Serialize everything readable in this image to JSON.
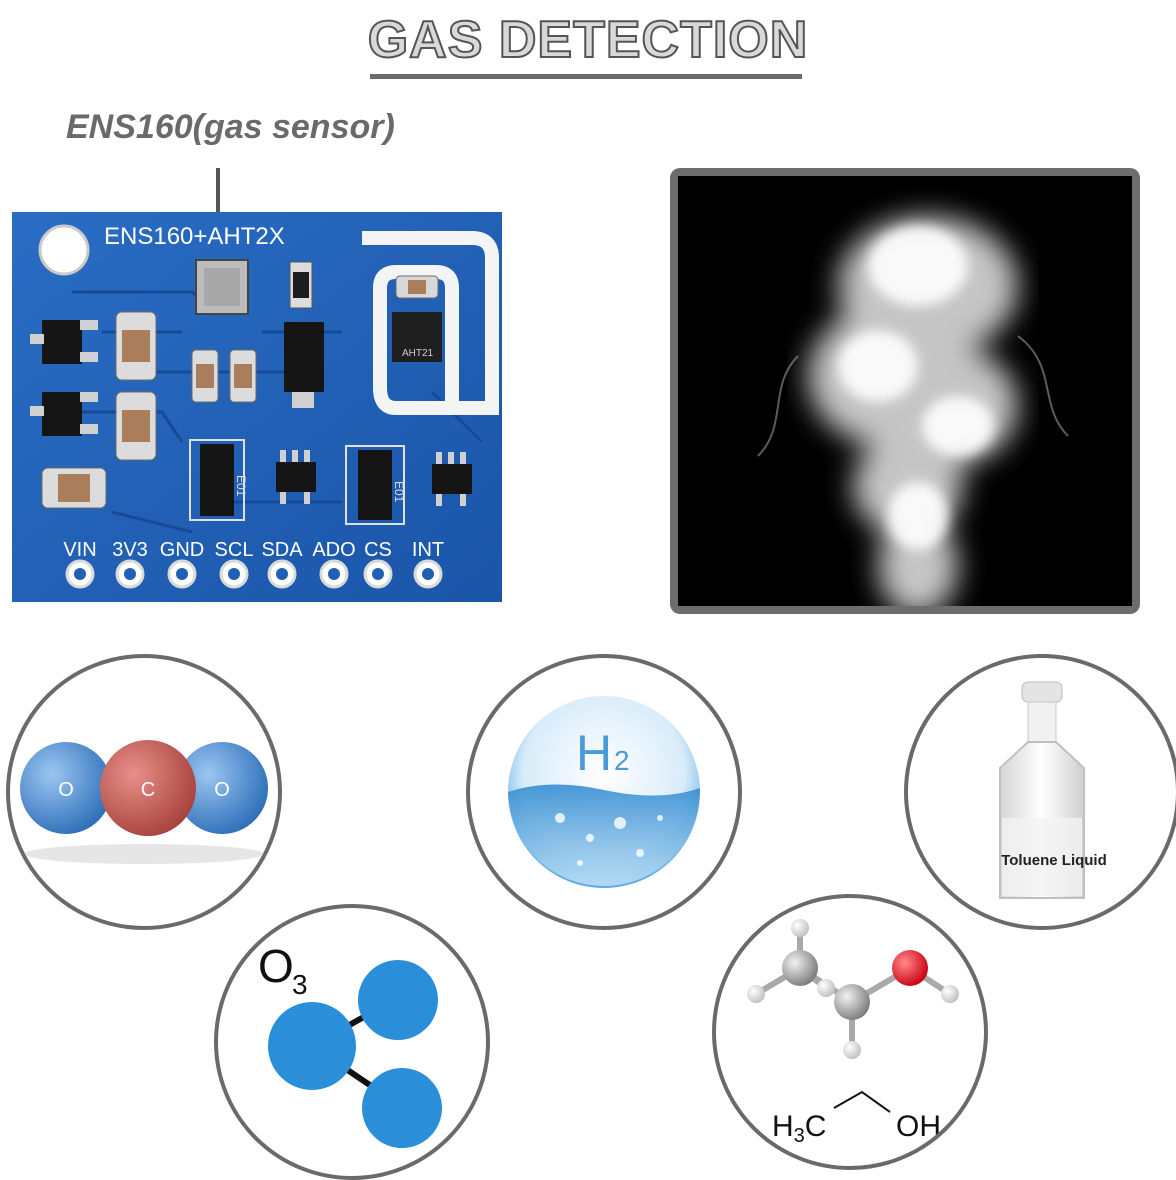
{
  "title": "GAS DETECTION",
  "sensor_label": "ENS160(gas sensor)",
  "board": {
    "name": "ENS160+AHT2X",
    "pins": [
      "VIN",
      "3V3",
      "GND",
      "SCL",
      "SDA",
      "ADO",
      "CS",
      "INT"
    ],
    "chip_marks": [
      "E01",
      "E01"
    ],
    "sensor_chip_mark": "AHT21"
  },
  "molecules": {
    "co2": {
      "atoms": [
        "O",
        "C",
        "O"
      ]
    },
    "hydrogen": {
      "formula": "H",
      "subscript": "2"
    },
    "toluene": {
      "label": "Toluene Liquid"
    },
    "ozone": {
      "formula": "O",
      "subscript": "3"
    },
    "ethanol": {
      "left": "H",
      "left_sub": "3",
      "left_tail": "C",
      "right": "OH"
    }
  },
  "colors": {
    "pcb": "#1f5fb5",
    "smoke_bg": "#000000",
    "circle_border": "#6a6a6a"
  }
}
